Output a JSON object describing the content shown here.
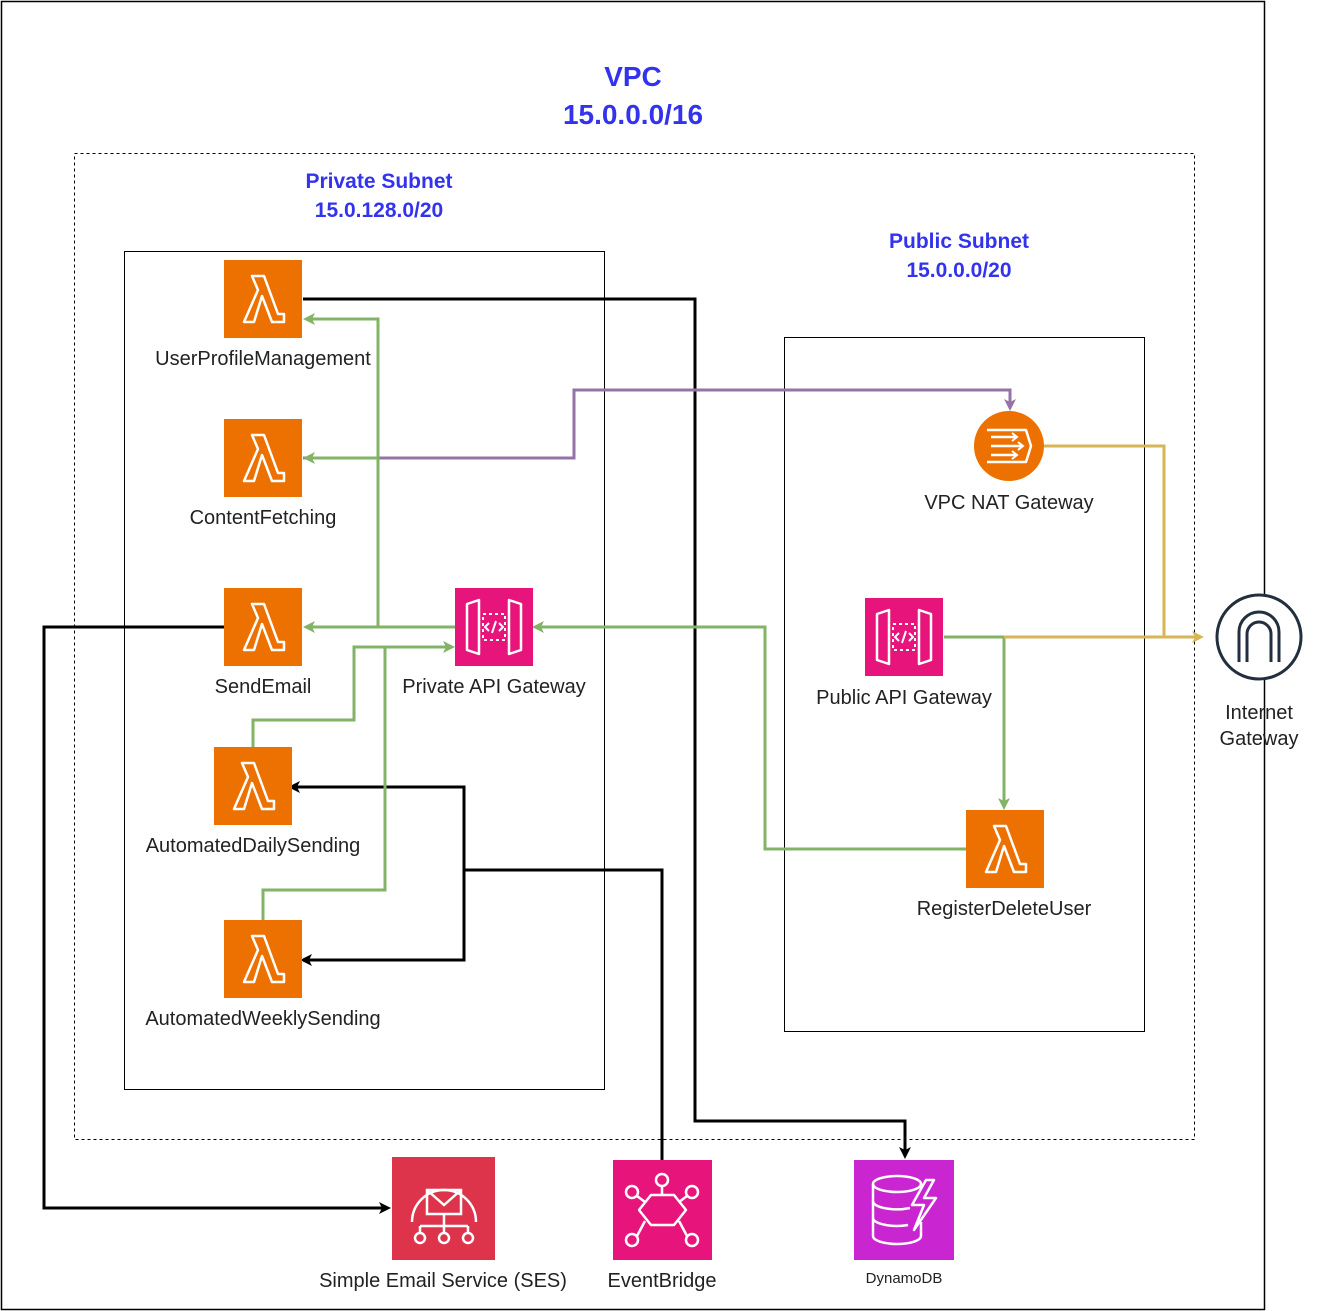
{
  "vpc": {
    "title": "VPC",
    "cidr": "15.0.0.0/16"
  },
  "private_subnet": {
    "title": "Private Subnet",
    "cidr": "15.0.128.0/20"
  },
  "public_subnet": {
    "title": "Public Subnet",
    "cidr": "15.0.0.0/20"
  },
  "nodes": {
    "user_profile": "UserProfileManagement",
    "content_fetching": "ContentFetching",
    "send_email": "SendEmail",
    "private_api": "Private API Gateway",
    "daily_sending": "AutomatedDailySending",
    "weekly_sending": "AutomatedWeeklySending",
    "nat_gateway": "VPC NAT Gateway",
    "public_api": "Public API Gateway",
    "register_delete": "RegisterDeleteUser",
    "internet_gateway_line1": "Internet",
    "internet_gateway_line2": "Gateway",
    "ses": "Simple Email Service (SES)",
    "eventbridge": "EventBridge",
    "dynamodb": "DynamoDB"
  },
  "icons": {
    "lambda": "lambda-icon",
    "api_gateway": "api-gateway-icon",
    "nat_gateway": "nat-gateway-icon",
    "internet_gateway": "internet-gateway-icon",
    "ses": "ses-icon",
    "eventbridge": "eventbridge-icon",
    "dynamodb": "dynamodb-icon"
  },
  "colors": {
    "lambda": "#ed7100",
    "api_gateway": "#e7157b",
    "ses": "#dd344c",
    "dynamodb": "#c925d1",
    "green_flow": "#82b366",
    "purple_flow": "#9673a6",
    "gold_flow": "#d6b656",
    "black_flow": "#000000",
    "title_blue": "#3333ee"
  }
}
